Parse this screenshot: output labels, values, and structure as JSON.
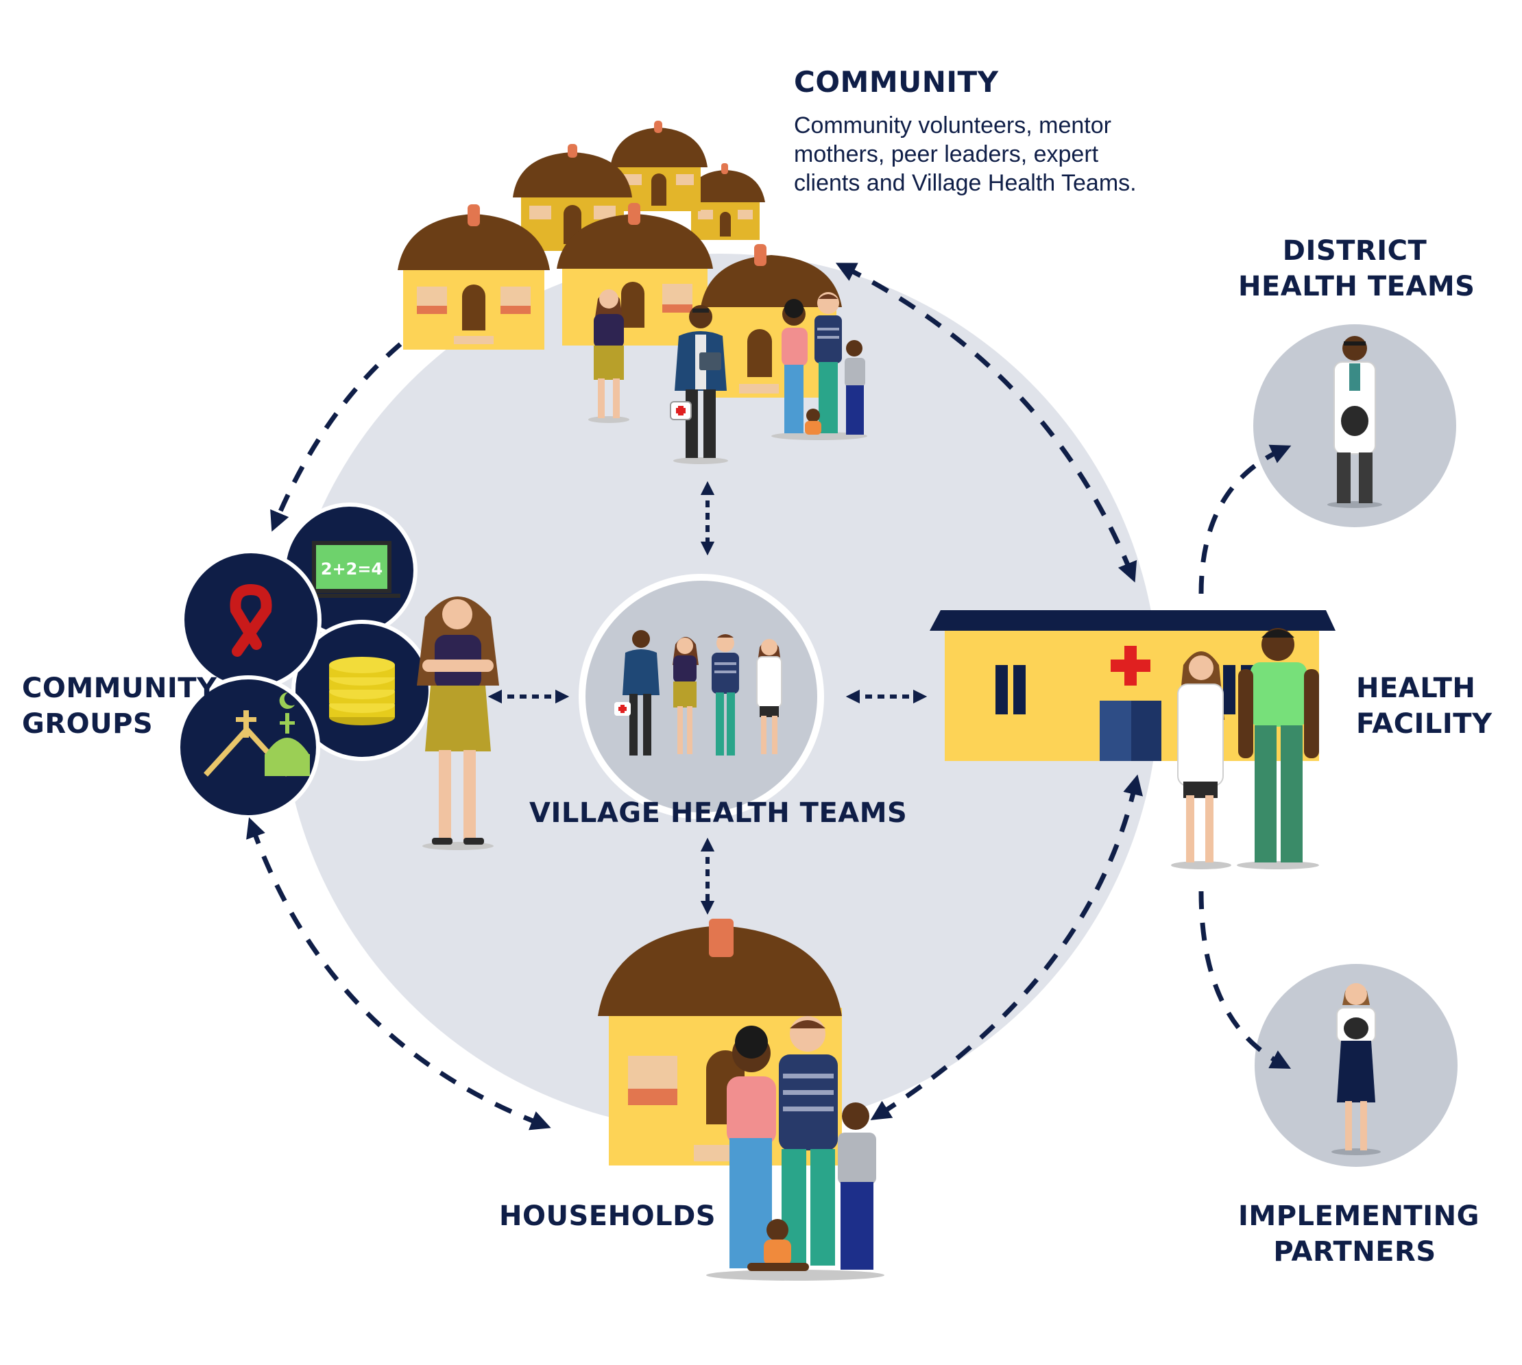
{
  "community": {
    "title": "COMMUNITY",
    "description": "Community volunteers, mentor mothers, peer leaders, expert clients and Village Health Teams."
  },
  "district_health_teams": {
    "line1": "DISTRICT",
    "line2": "HEALTH TEAMS"
  },
  "community_groups": {
    "line1": "COMMUNITY",
    "line2": "GROUPS"
  },
  "village_health_teams": {
    "label": "VILLAGE HEALTH TEAMS"
  },
  "health_facility": {
    "line1": "HEALTH",
    "line2": "FACILITY"
  },
  "households": {
    "label": "HOUSEHOLDS"
  },
  "implementing_partners": {
    "line1": "IMPLEMENTING",
    "line2": "PARTNERS"
  },
  "icons": {
    "chalkboard_text": "2+2=4"
  },
  "colors": {
    "navy": "#0f1e47",
    "light_circle": "#e0e3ea",
    "grey_circle": "#c5cad3",
    "house_yellow": "#fdd356",
    "roof_brown": "#6b3e16",
    "chimney": "#e2764f",
    "ribbon_red": "#c91a1a",
    "coin_gold": "#e6cc1c",
    "mosque_green": "#9bcf55",
    "board_green": "#6ed26c",
    "cross_red": "#e02020"
  }
}
